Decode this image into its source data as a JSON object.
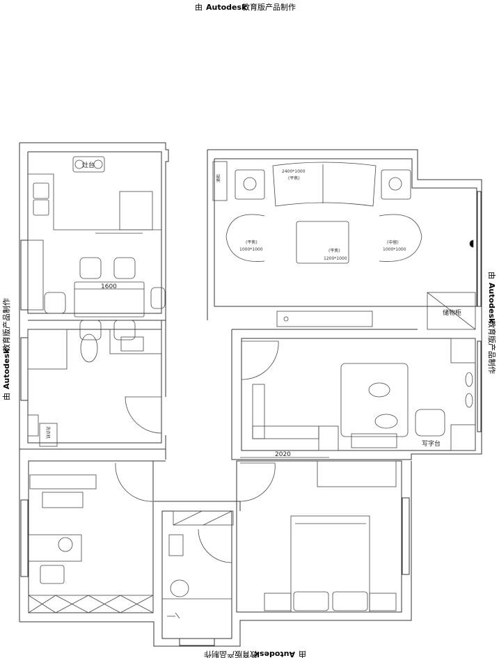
{
  "watermark": {
    "prefix": "由",
    "brand": "Autodesk",
    "suffix": "教育版产品制作"
  },
  "labels": {
    "stove": "灶台",
    "dining_table_length": "1600",
    "sofa_size": "2400*1000",
    "sofa_note": "(平焦)",
    "armchair_left_note": "(平焦)",
    "armchair_left_size": "1000*1000",
    "coffee_table_note": "(平焦)",
    "coffee_table_size": "1200*1000",
    "armchair_right_note": "(中留)",
    "armchair_right_size": "1000*1000",
    "corner_cabinet": "酒柜",
    "storage_cabinet": "储物柜",
    "desk": "写字台",
    "wardrobe_length": "2020",
    "washing_machine": "洗衣机"
  }
}
